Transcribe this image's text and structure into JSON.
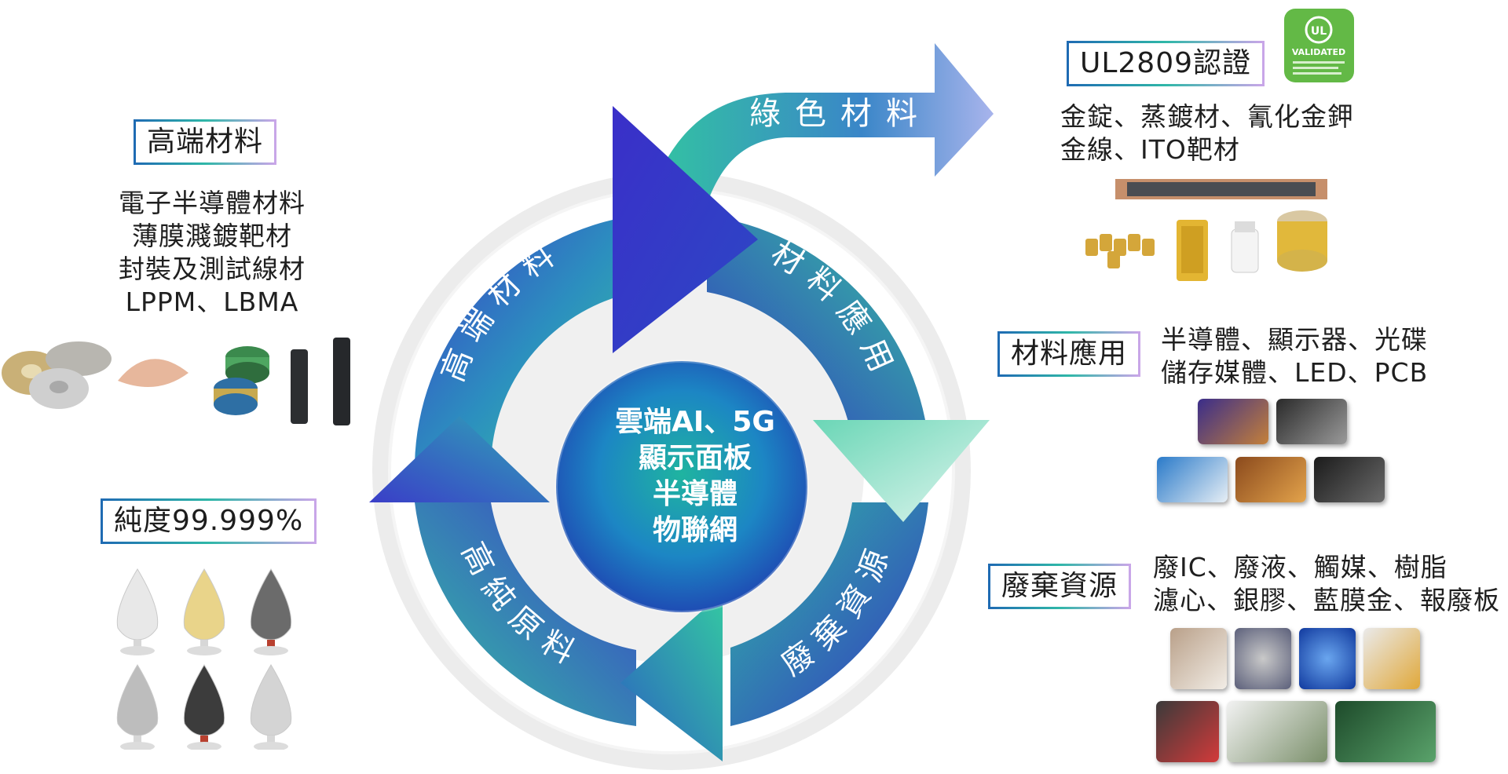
{
  "cycle": {
    "arrows": [
      {
        "label": "高端材料"
      },
      {
        "label": "材料應用"
      },
      {
        "label": "廢棄資源"
      },
      {
        "label": "高純原料"
      }
    ],
    "green_arrow_label": "綠色材料",
    "center_lines": [
      "雲端AI、5G",
      "顯示面板",
      "半導體",
      "物聯網"
    ]
  },
  "high_end": {
    "title": "高端材料",
    "lines": [
      "電子半導體材料",
      "薄膜濺鍍靶材",
      "封裝及測試線材",
      "LPPM、LBMA"
    ]
  },
  "purity": {
    "title": "純度99.999%"
  },
  "ul": {
    "title": "UL2809認證",
    "badge_text": "VALIDATED",
    "lines": [
      "金錠、蒸鍍材、氰化金鉀",
      "金線、ITO靶材"
    ]
  },
  "applications": {
    "title": "材料應用",
    "lines": [
      "半導體、顯示器、光碟",
      "儲存媒體、LED、PCB"
    ]
  },
  "waste": {
    "title": "廢棄資源",
    "lines": [
      "廢IC、廢液、觸媒、樹脂",
      "濾心、銀膠、藍膜金、報廢板"
    ]
  },
  "colors": {
    "navy": "#2b2fb4",
    "teal": "#35c3a0",
    "cyan": "#1a9fce",
    "label_border": "#3a8fc4"
  }
}
